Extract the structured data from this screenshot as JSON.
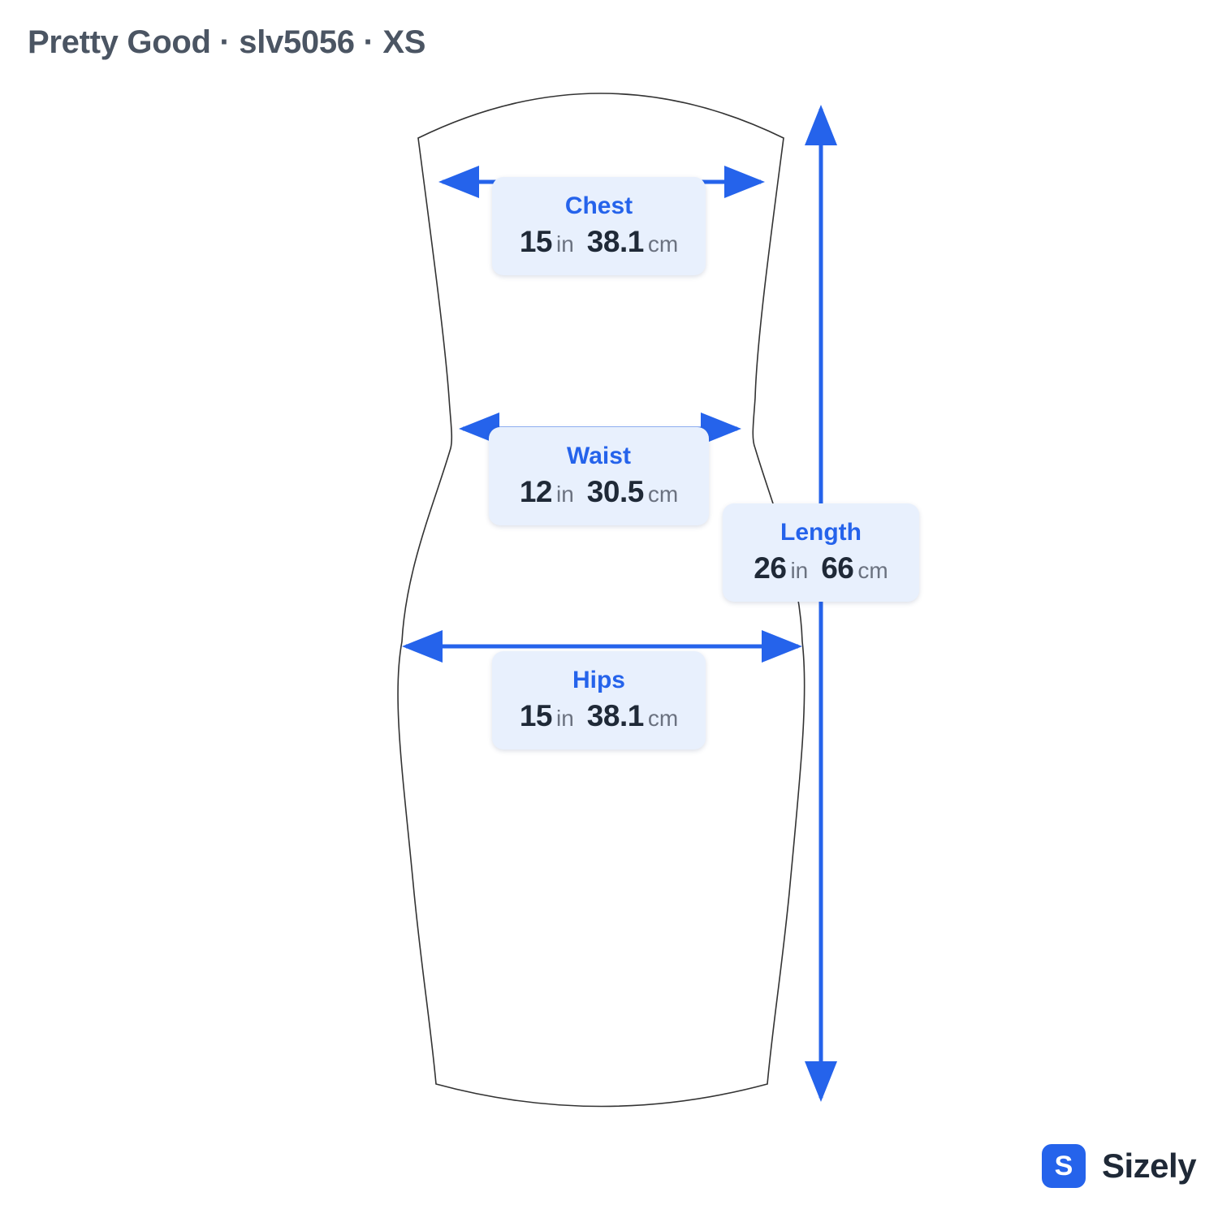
{
  "header": {
    "title": "Pretty Good · slv5056 · XS"
  },
  "colors": {
    "accent": "#2563eb",
    "card_bg": "#e8f0fd",
    "outline": "#333333",
    "title": "#4b5563"
  },
  "measurements": [
    {
      "key": "chest",
      "label": "Chest",
      "in_value": "15",
      "in_unit": "in",
      "cm_value": "38.1",
      "cm_unit": "cm"
    },
    {
      "key": "waist",
      "label": "Waist",
      "in_value": "12",
      "in_unit": "in",
      "cm_value": "30.5",
      "cm_unit": "cm"
    },
    {
      "key": "length",
      "label": "Length",
      "in_value": "26",
      "in_unit": "in",
      "cm_value": "66",
      "cm_unit": "cm"
    },
    {
      "key": "hips",
      "label": "Hips",
      "in_value": "15",
      "in_unit": "in",
      "cm_value": "38.1",
      "cm_unit": "cm"
    }
  ],
  "brand": {
    "logo_letter": "S",
    "name": "Sizely",
    "logo_icon": "sizely-logo-icon"
  }
}
